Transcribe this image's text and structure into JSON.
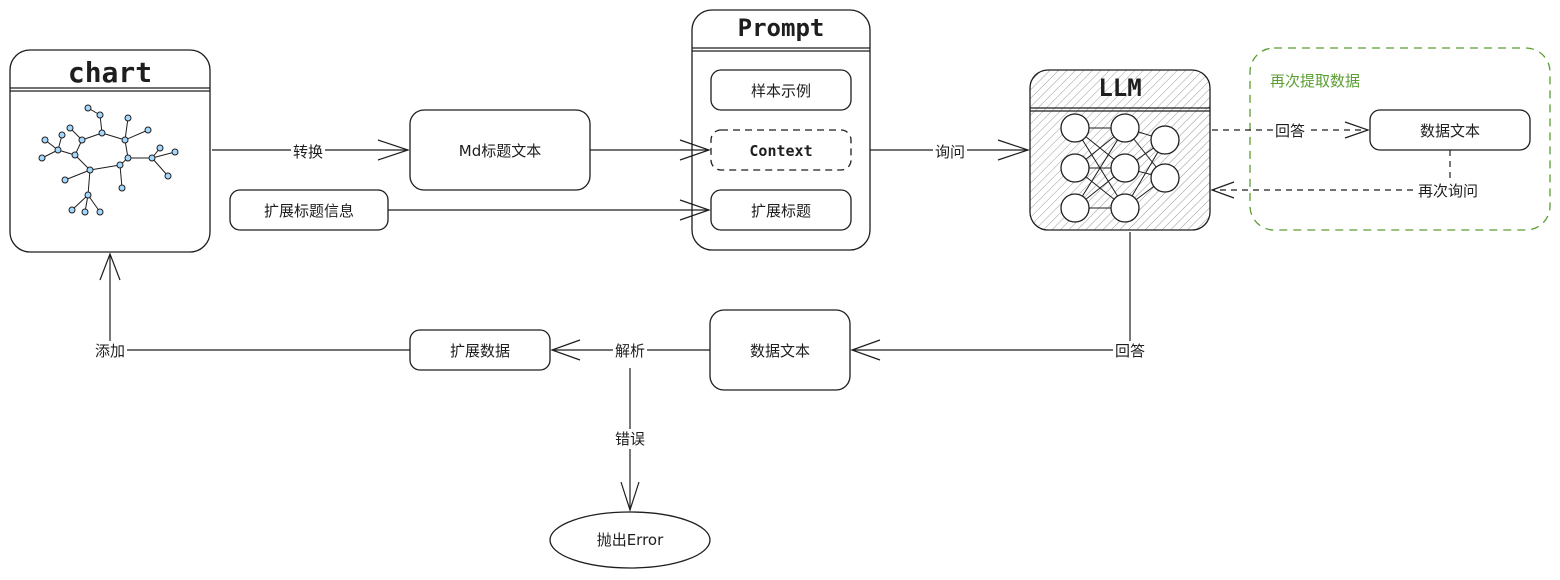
{
  "nodes": {
    "chart_title": "chart",
    "prompt_title": "Prompt",
    "llm_title": "LLM",
    "md_title_text": "Md标题文本",
    "ext_title_info": "扩展标题信息",
    "sample_example": "样本示例",
    "context": "Context",
    "ext_title": "扩展标题",
    "data_text_right": "数据文本",
    "data_text_bottom": "数据文本",
    "ext_data": "扩展数据",
    "throw_error": "抛出Error"
  },
  "group": {
    "label": "再次提取数据",
    "color": "#5a9e32"
  },
  "edges": {
    "convert": "转换",
    "query": "询问",
    "answer_right": "回答",
    "query_again": "再次询问",
    "answer_bottom": "回答",
    "parse": "解析",
    "add": "添加",
    "error": "错误"
  }
}
